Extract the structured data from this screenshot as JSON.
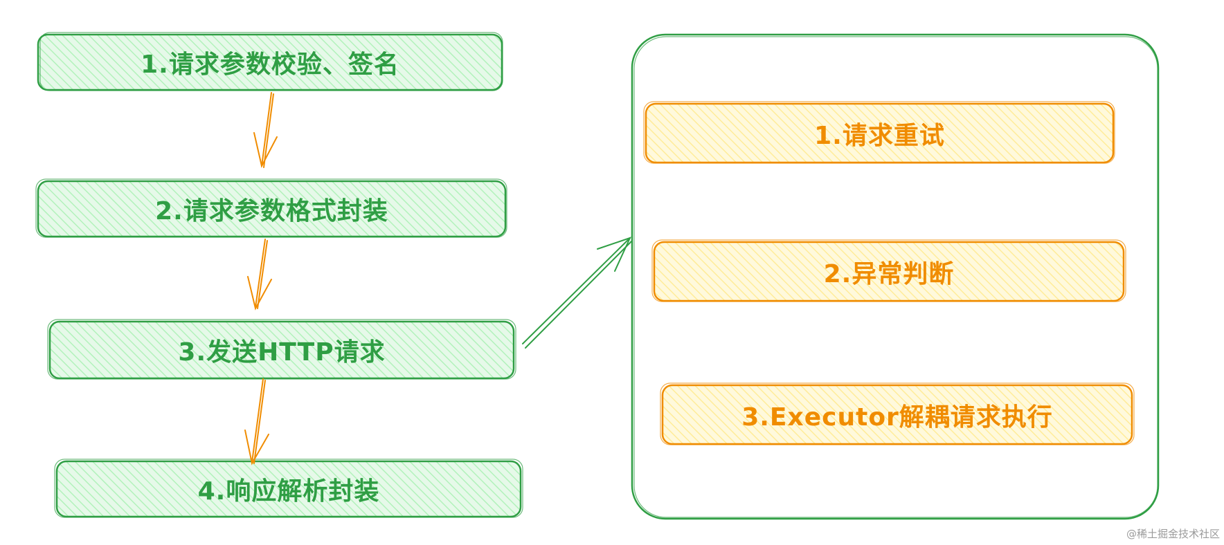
{
  "colors": {
    "green_stroke": "#2f9e44",
    "green_fill": "#b2f2bb",
    "orange_stroke": "#f08c00",
    "orange_fill": "#ffec99"
  },
  "flow_steps": [
    {
      "label": "1.请求参数校验、签名"
    },
    {
      "label": "2.请求参数格式封装"
    },
    {
      "label": "3.发送HTTP请求"
    },
    {
      "label": "4.响应解析封装"
    }
  ],
  "detail_steps": [
    {
      "label": "1.请求重试"
    },
    {
      "label": "2.异常判断"
    },
    {
      "label": "3.Executor解耦请求执行"
    }
  ],
  "watermark": "@稀土掘金技术社区"
}
